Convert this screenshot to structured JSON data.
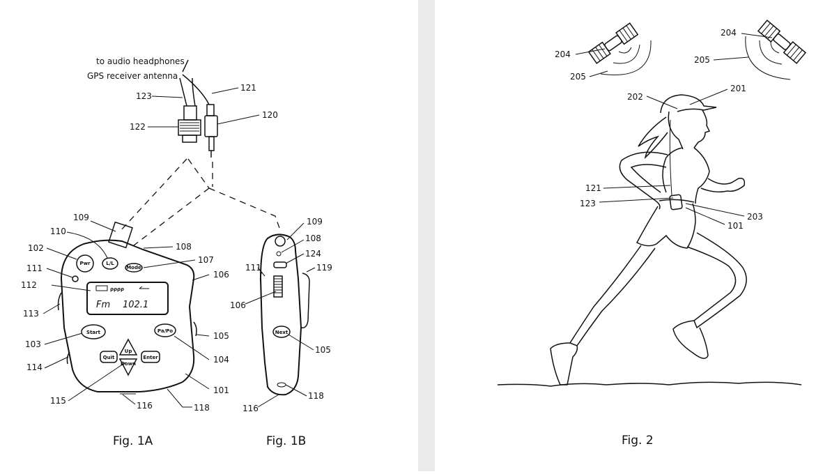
{
  "figures": {
    "fig1a": {
      "caption": "Fig. 1A"
    },
    "fig1b": {
      "caption": "Fig. 1B"
    },
    "fig2": {
      "caption": "Fig. 2"
    }
  },
  "cable_labels": {
    "headphones": "to audio headphones",
    "antenna": "GPS receiver antenna"
  },
  "device_display": {
    "band": "Fm",
    "frequency": "102.1",
    "status_glyphs": "ρρρρ"
  },
  "buttons": {
    "power": "Pwr",
    "lr": "L/L",
    "mode": "Mode",
    "start": "Start",
    "pause": "Pa/Po",
    "up": "Up",
    "down": "Down",
    "quit": "Quit",
    "enter": "Enter",
    "next": "Next"
  },
  "ref_numbers": {
    "r123": "123",
    "r122": "122",
    "r121": "121",
    "r120": "120",
    "r109a": "109",
    "r110": "110",
    "r108a": "108",
    "r102": "102",
    "r107": "107",
    "r111a": "111",
    "r106a": "106",
    "r112": "112",
    "r113": "113",
    "r105a": "105",
    "r103": "103",
    "r104": "104",
    "r114": "114",
    "r101a": "101",
    "r115": "115",
    "r116a": "116",
    "r118a": "118",
    "r109b": "109",
    "r108b": "108",
    "r124": "124",
    "r111b": "111",
    "r119": "119",
    "r106b": "106",
    "r105b": "105",
    "r118b": "118",
    "r116b": "116",
    "r204a": "204",
    "r204b": "204",
    "r205a": "205",
    "r205b": "205",
    "r202": "202",
    "r201": "201",
    "r121b": "121",
    "r123b": "123",
    "r203": "203",
    "r101b": "101"
  },
  "colors": {
    "page": "#ffffff",
    "divider": "#ebebeb",
    "ink": "#111111"
  }
}
